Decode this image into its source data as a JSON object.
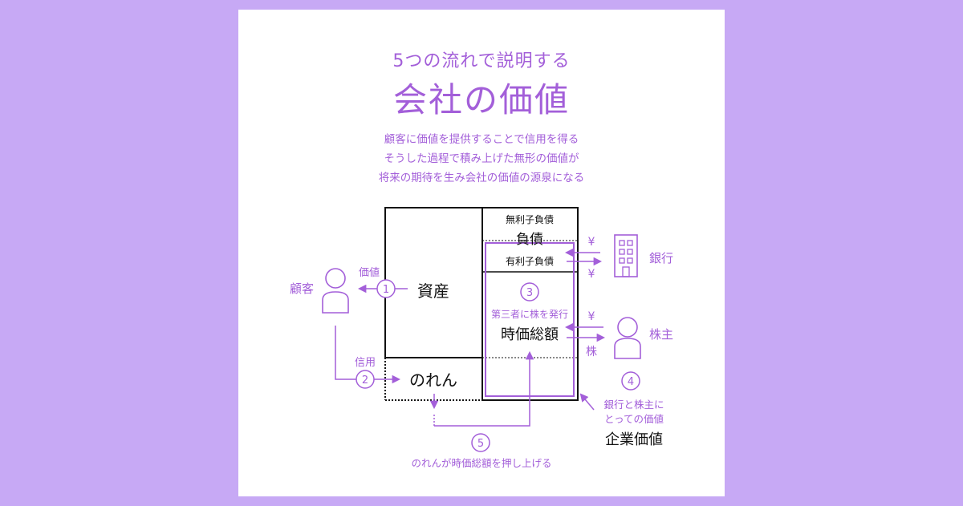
{
  "header": {
    "subtitle": "5つの流れで説明する",
    "title": "会社の価値",
    "description": [
      "顧客に価値を提供することで信用を得る",
      "そうした過程で積み上げた無形の価値が",
      "将来の期待を生み会社の価値の源泉になる"
    ]
  },
  "diagram": {
    "assets_label": "資産",
    "goodwill_label": "のれん",
    "non_interest_debt": "無利子負債",
    "debt_label": "負債",
    "interest_debt": "有利子負債",
    "step3_note": "第三者に株を発行",
    "market_cap": "時価総額",
    "customer_label": "顧客",
    "value_label": "価値",
    "credit_label": "信用",
    "bank_label": "銀行",
    "shareholder_label": "株主",
    "yen_symbol": "¥",
    "stock_label": "株",
    "step4_note_line1": "銀行と株主に",
    "step4_note_line2": "とっての価値",
    "enterprise_value": "企業価値",
    "step5_note": "のれんが時価総額を押し上げる",
    "step_numbers": [
      "1",
      "2",
      "3",
      "4",
      "5"
    ]
  },
  "colors": {
    "background": "#c7a9f5",
    "card": "#ffffff",
    "accent": "#a35fd9",
    "ink": "#111111"
  },
  "icons": [
    "person-icon",
    "building-icon",
    "arrow-icon",
    "circled-number-icon"
  ]
}
